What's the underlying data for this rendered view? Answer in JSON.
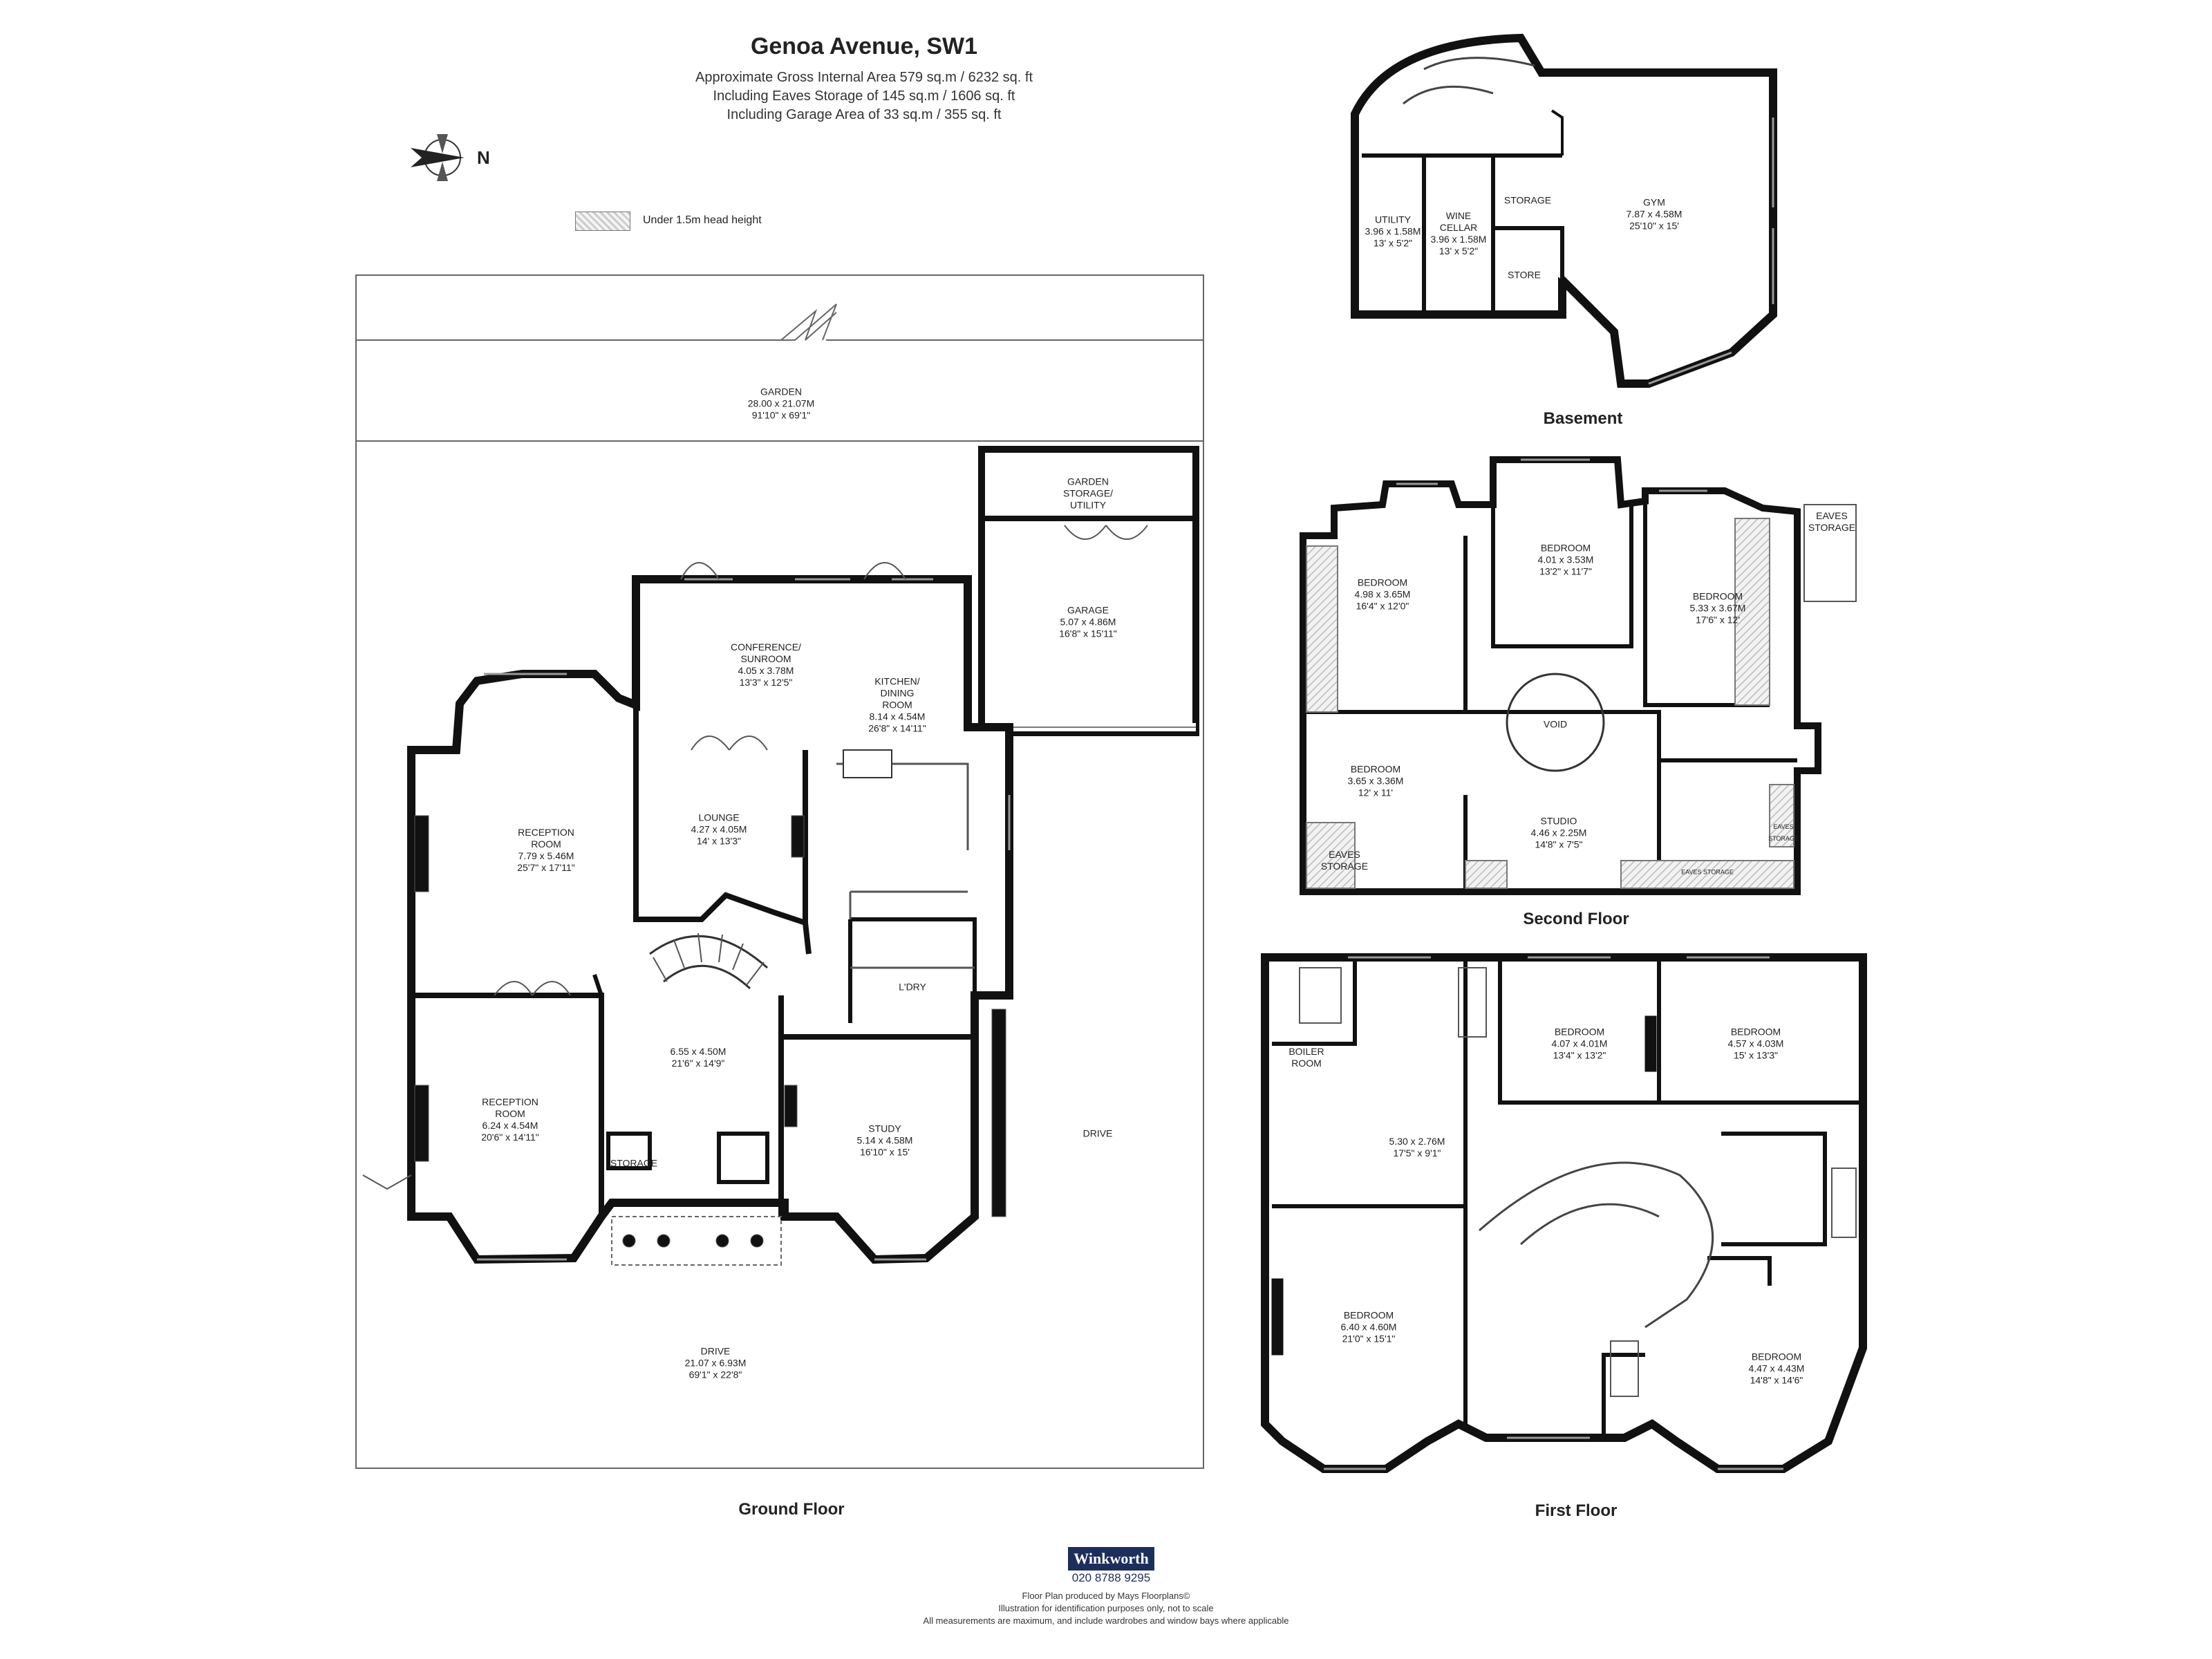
{
  "header": {
    "title": "Genoa Avenue, SW1",
    "line1": "Approximate Gross Internal Area 579 sq.m /  6232 sq. ft",
    "line2": "Including Eaves Storage of 145 sq.m /  1606 sq. ft",
    "line3": "Including Garage Area of 33 sq.m /  355 sq. ft"
  },
  "compass": {
    "label": "N",
    "icon": "north-arrow-icon"
  },
  "legend": {
    "label": "Under 1.5m head height"
  },
  "floors": {
    "ground": "Ground Floor",
    "basement": "Basement",
    "second": "Second Floor",
    "first": "First Floor"
  },
  "rooms": {
    "garden": {
      "name": "GARDEN",
      "m": "28.00 x 21.07M",
      "ft": "91'10\" x 69'1\""
    },
    "garden_storage": {
      "name": "GARDEN\nSTORAGE/\nUTILITY"
    },
    "garage": {
      "name": "GARAGE",
      "m": "5.07 x 4.86M",
      "ft": "16'8\" x 15'11\""
    },
    "conference": {
      "name": "CONFERENCE/\nSUNROOM",
      "m": "4.05 x 3.78M",
      "ft": "13'3\" x 12'5\""
    },
    "kitchen": {
      "name": "KITCHEN/\nDINING\nROOM",
      "m": "8.14 x 4.54M",
      "ft": "26'8\" x 14'11\""
    },
    "reception1": {
      "name": "RECEPTION\nROOM",
      "m": "7.79 x 5.46M",
      "ft": "25'7\" x 17'11\""
    },
    "lounge": {
      "name": "LOUNGE",
      "m": "4.27 x 4.05M",
      "ft": "14' x 13'3\""
    },
    "hall": {
      "m": "6.55 x 4.50M",
      "ft": "21'6\" x 14'9\""
    },
    "ldry": {
      "name": "L'DRY"
    },
    "reception2": {
      "name": "RECEPTION\nROOM",
      "m": "6.24 x 4.54M",
      "ft": "20'6\" x 14'11\""
    },
    "storage_gf": {
      "name": "STORAGE"
    },
    "study": {
      "name": "STUDY",
      "m": "5.14 x 4.58M",
      "ft": "16'10\" x 15'"
    },
    "drive_side": {
      "name": "DRIVE"
    },
    "drive": {
      "name": "DRIVE",
      "m": "21.07 x 6.93M",
      "ft": "69'1\" x 22'8\""
    },
    "utility": {
      "name": "UTILITY",
      "m": "3.96 x 1.58M",
      "ft": "13' x 5'2\""
    },
    "wine": {
      "name": "WINE\nCELLAR",
      "m": "3.96 x 1.58M",
      "ft": "13' x 5'2\""
    },
    "storage_b": {
      "name": "STORAGE"
    },
    "store_b": {
      "name": "STORE"
    },
    "gym": {
      "name": "GYM",
      "m": "7.87 x 4.58M",
      "ft": "25'10\" x 15'"
    },
    "sf_bed1": {
      "name": "BEDROOM",
      "m": "4.98 x 3.65M",
      "ft": "16'4\" x 12'0\""
    },
    "sf_bed2": {
      "name": "BEDROOM",
      "m": "4.01 x 3.53M",
      "ft": "13'2\" x 11'7\""
    },
    "sf_bed3": {
      "name": "BEDROOM",
      "m": "5.33 x 3.67M",
      "ft": "17'6\" x 12'"
    },
    "sf_eaves1": {
      "name": "EAVES\nSTORAGE"
    },
    "void": {
      "name": "VOID"
    },
    "sf_bed4": {
      "name": "BEDROOM",
      "m": "3.65 x 3.36M",
      "ft": "12' x 11'"
    },
    "sf_eaves2": {
      "name": "EAVES\nSTORAGE"
    },
    "studio": {
      "name": "STUDIO",
      "m": "4.46 x 2.25M",
      "ft": "14'8\" x 7'5\""
    },
    "sf_eaves3": {
      "name": "EAVES\nSTORAGE"
    },
    "sf_eaves4": {
      "name": "EAVES STORAGE"
    },
    "boiler": {
      "name": "BOILER\nROOM"
    },
    "ff_bed1": {
      "name": "BEDROOM",
      "m": "4.07 x 4.01M",
      "ft": "13'4\" x 13'2\""
    },
    "ff_bed2": {
      "name": "BEDROOM",
      "m": "4.57 x 4.03M",
      "ft": "15' x 13'3\""
    },
    "ff_dress": {
      "m": "5.30 x 2.76M",
      "ft": "17'5\" x 9'1\""
    },
    "ff_bed3": {
      "name": "BEDROOM",
      "m": "6.40 x 4.60M",
      "ft": "21'0\" x 15'1\""
    },
    "ff_bed4": {
      "name": "BEDROOM",
      "m": "4.47 x 4.43M",
      "ft": "14'8\" x 14'6\""
    }
  },
  "footer": {
    "brand": "Winkworth",
    "phone": "020 8788 9295",
    "line1": "Floor Plan produced by Mays Floorplans©",
    "line2": "Illustration for identification purposes only, not to scale",
    "line3": "All measurements are maximum, and include wardrobes and window bays where applicable"
  }
}
